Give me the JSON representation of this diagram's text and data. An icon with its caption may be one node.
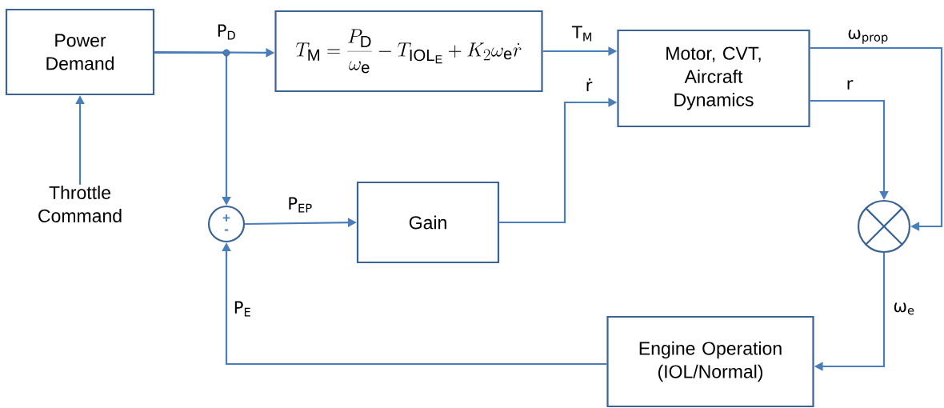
{
  "diagram": {
    "nodes": [
      {
        "text": [
          "Power Demand"
        ]
      },
      {
        "text": [
          "Throttle Command"
        ]
      },
      {
        "text": [
          "T_{\\mathrm{M}} = \\frac{P_{\\mathrm{D}}}{\\omega_{\\mathrm{e}}} - T_{\\mathrm{IOL}_{\\mathrm{E}}} + K_{2}\\omega_{\\mathrm{e}}\\dot{r}"
        ]
      },
      {
        "text": [
          "Motor, CVT, Aircraft Dynamics"
        ]
      },
      {
        "text": [
          "+",
          "-"
        ]
      },
      {
        "text": [
          "Gain"
        ]
      },
      {
        "text": [],
        "shape": "circle"
      },
      {
        "text": [
          "Engine Operation (IOL/Normal)"
        ]
      }
    ],
    "edges": [
      {
        "from": 0,
        "to": 2,
        "arrow": "to",
        "label": "P$_{D}$"
      },
      {
        "from": 0,
        "to": 4,
        "arrow": "to"
      },
      {
        "from": 1,
        "to": 0,
        "arrow": "to"
      },
      {
        "from": 2,
        "to": 3,
        "arrow": "to",
        "label": "T$_{M}$"
      },
      {
        "from": 5,
        "to": 3,
        "arrow": "to",
        "label": "ṙ"
      },
      {
        "from": 4,
        "to": 5,
        "arrow": "to",
        "label": "P$_{EP}$"
      },
      {
        "from": 3,
        "to": 6,
        "arrow": "to",
        "label": "ω$_{prop}$"
      },
      {
        "from": 3,
        "to": 6,
        "arrow": "to",
        "label": "r"
      },
      {
        "from": 6,
        "to": 7,
        "arrow": "to",
        "label": "ω$_{e}$"
      },
      {
        "from": 7,
        "to": 4,
        "arrow": "to",
        "label": "P$_{E}$"
      }
    ]
  }
}
